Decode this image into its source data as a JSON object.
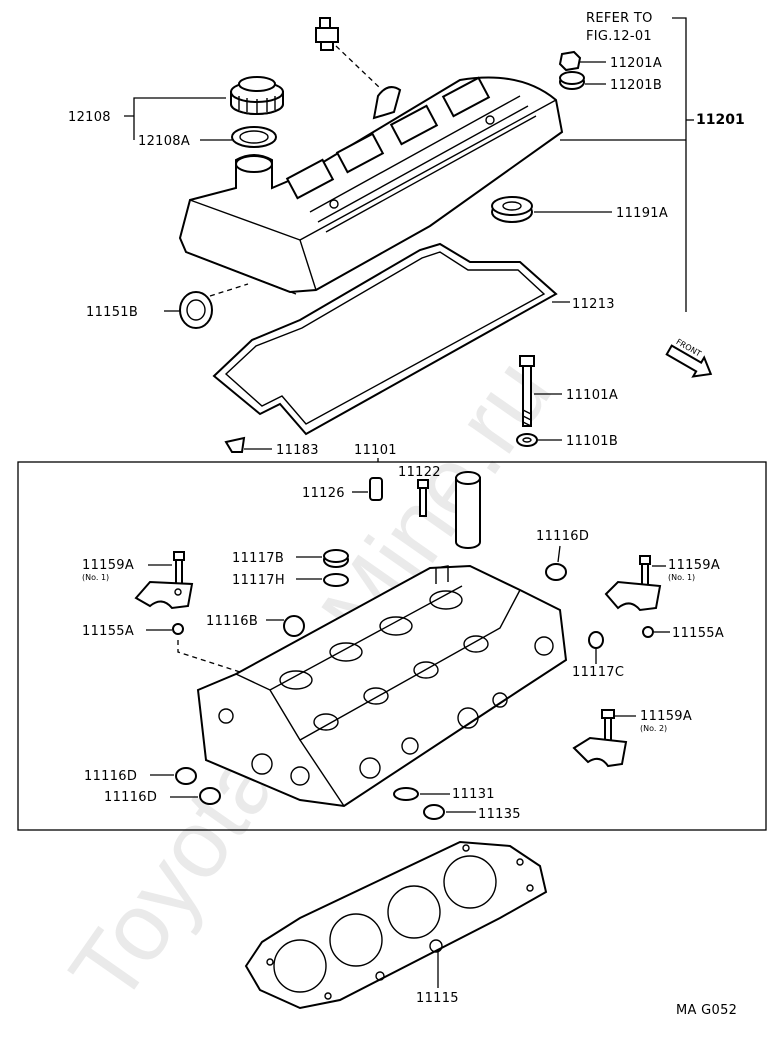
{
  "watermark": "ToyotaCarMine.ru",
  "reference": {
    "line1": "REFER TO",
    "line2": "FIG.12-01"
  },
  "labels": {
    "p12108": "12108",
    "p12108A": "12108A",
    "p11201A": "11201A",
    "p11201B": "11201B",
    "p11201": "11201",
    "p11191A": "11191A",
    "p11151B": "11151B",
    "p11213": "11213",
    "p11101A": "11101A",
    "p11101B": "11101B",
    "p11183": "11183",
    "p11101": "11101",
    "p11122": "11122",
    "p11126": "11126",
    "p11116D_top": "11116D",
    "p11117B": "11117B",
    "p11117H": "11117H",
    "p11159A_left": "11159A",
    "p11159A_left_note": "(No. 1)",
    "p11159A_right": "11159A",
    "p11159A_right_note": "(No. 1)",
    "p11155A_left": "11155A",
    "p11155A_right": "11155A",
    "p11116B": "11116B",
    "p11117C": "11117C",
    "p11159A_lower": "11159A",
    "p11159A_lower_note": "(No. 2)",
    "p11116D_a": "11116D",
    "p11116D_b": "11116D",
    "p11131": "11131",
    "p11135": "11135",
    "p11115": "11115"
  },
  "front_label": "FRONT",
  "figure_code": "MA G052"
}
